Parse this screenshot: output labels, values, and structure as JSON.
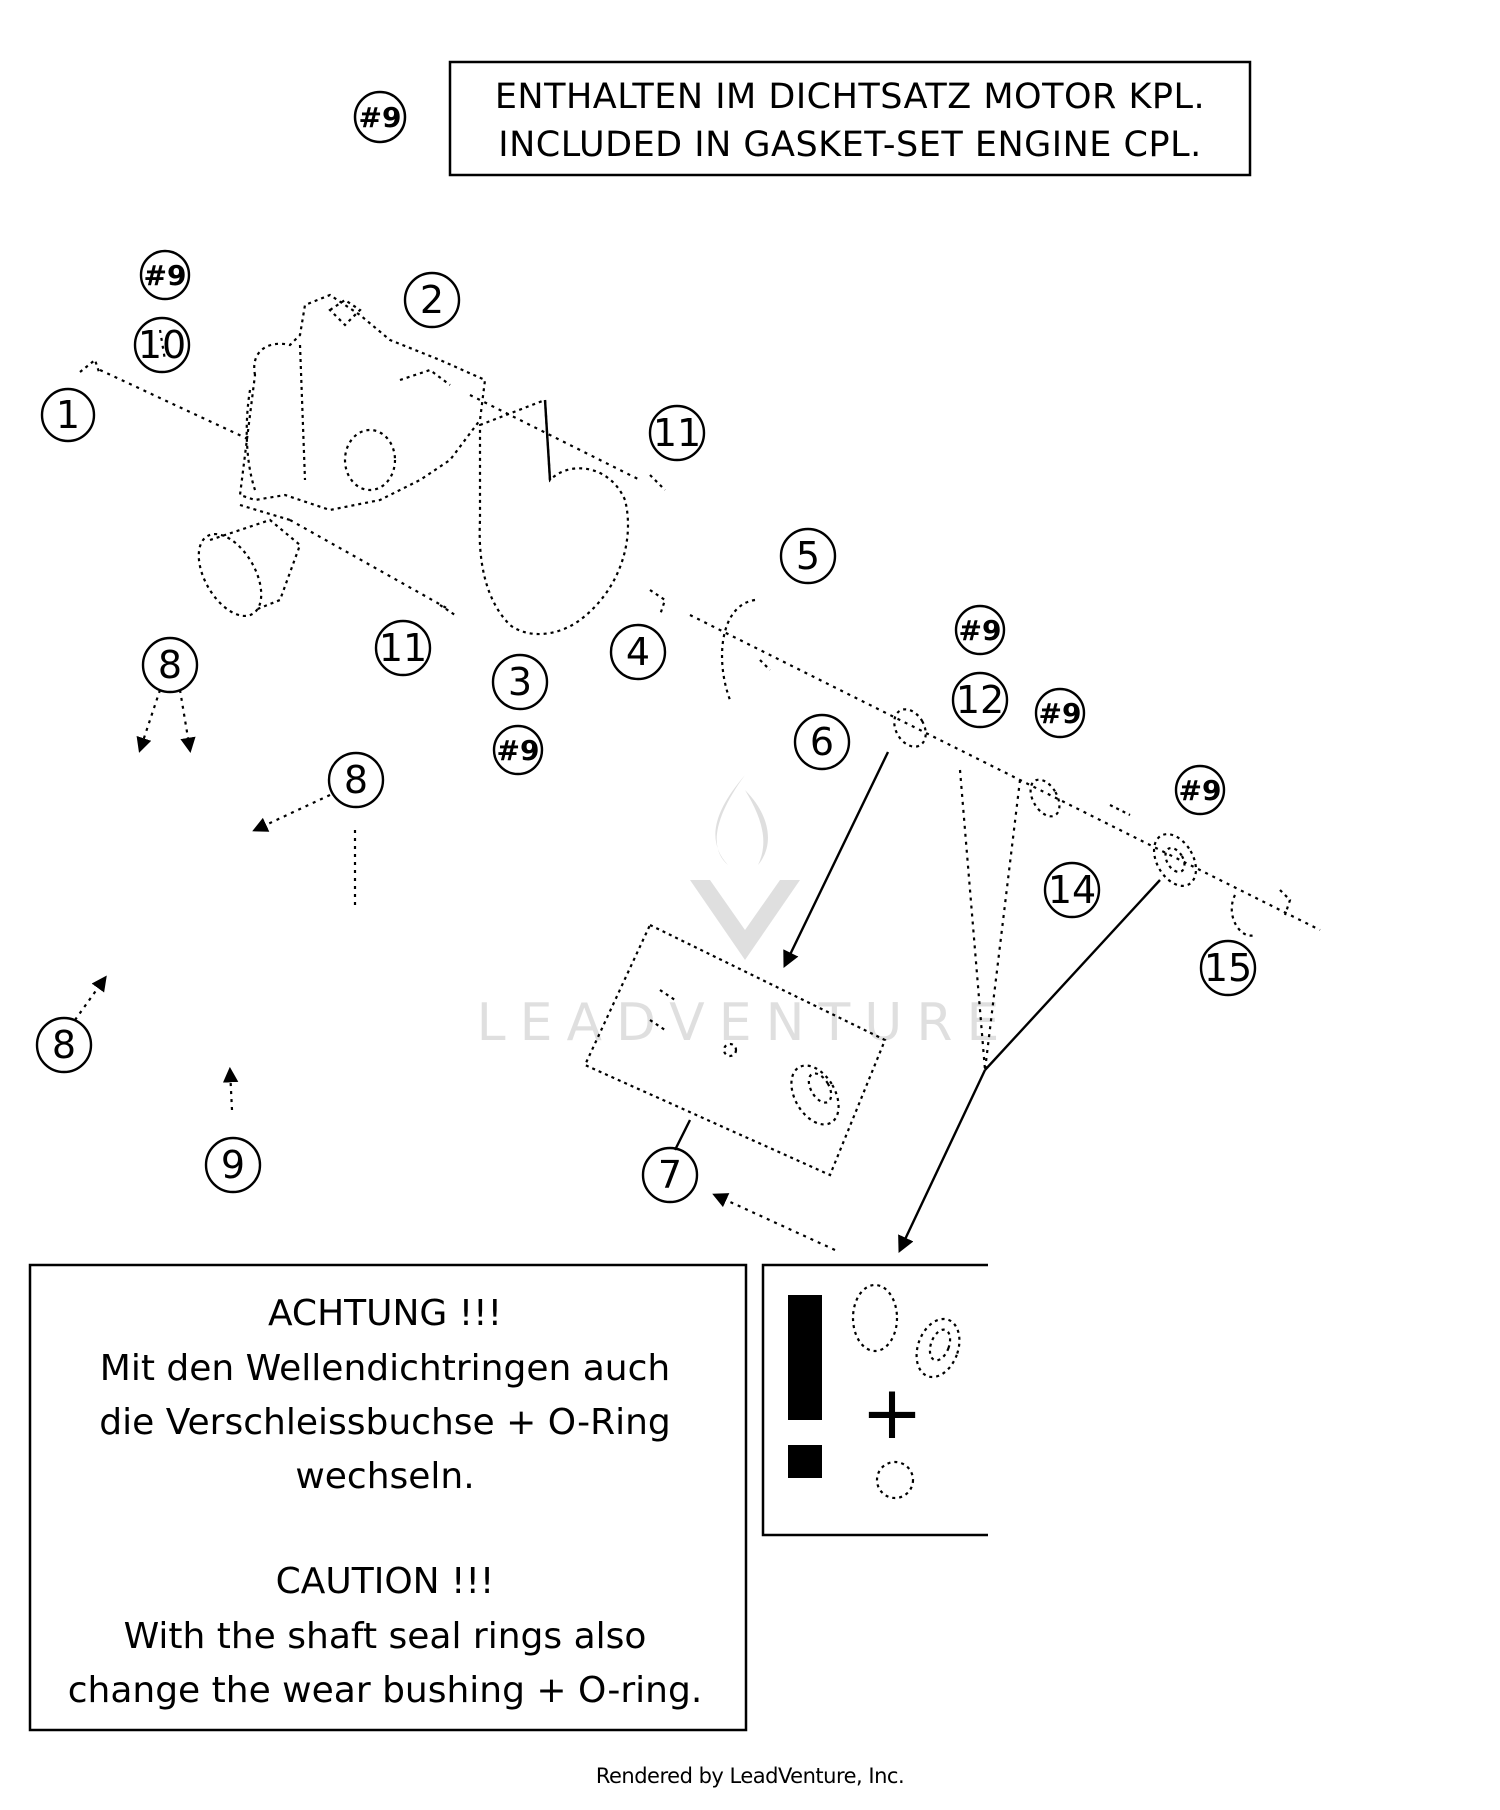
{
  "legend": {
    "symbol": "#9",
    "line1": "ENTHALTEN IM DICHTSATZ MOTOR KPL.",
    "line2": "INCLUDED IN GASKET-SET ENGINE CPL."
  },
  "callouts": {
    "c1": "1",
    "c2": "2",
    "c3": "3",
    "c4": "4",
    "c5": "5",
    "c6": "6",
    "c7": "7",
    "c8a": "8",
    "c8b": "8",
    "c8c": "8",
    "c9": "9",
    "c10": "10",
    "c11a": "11",
    "c11b": "11",
    "c12": "12",
    "c14": "14",
    "c15": "15"
  },
  "kit_marks": {
    "k_10": "#9",
    "k_3": "#9",
    "k_12": "#9",
    "k_14": "#9",
    "k_15": "#9"
  },
  "notice": {
    "de_title": "ACHTUNG !!!",
    "de_line1": "Mit den Wellendichtringen auch",
    "de_line2": "die Verschleissbuchse + O-Ring",
    "de_line3": "wechseln.",
    "en_title": "CAUTION !!!",
    "en_line1": "With the shaft seal rings also",
    "en_line2": "change the wear bushing + O-ring."
  },
  "inset": {
    "plus": "+"
  },
  "watermark": {
    "text": "LEADVENTURE"
  },
  "footer": {
    "text": "Rendered by LeadVenture, Inc."
  }
}
